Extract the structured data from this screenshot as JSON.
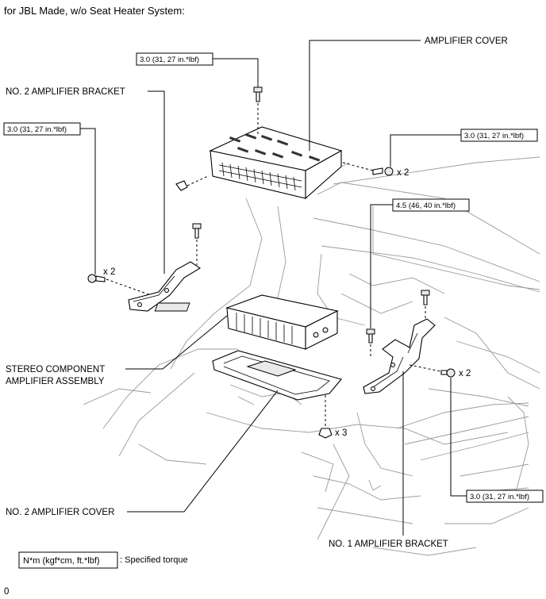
{
  "title": "for JBL Made, w/o Seat Heater System:",
  "labels": {
    "amplifier_cover": "AMPLIFIER COVER",
    "no2_amplifier_bracket": "NO. 2 AMPLIFIER BRACKET",
    "stereo_component_line1": "STEREO COMPONENT",
    "stereo_component_line2": "AMPLIFIER ASSEMBLY",
    "no2_amplifier_cover": "NO. 2 AMPLIFIER COVER",
    "no1_amplifier_bracket": "NO. 1 AMPLIFIER BRACKET"
  },
  "torques": {
    "cover_top": "3.0 (31, 27 in.*lbf)",
    "bracket2_left": "3.0 (31, 27 in.*lbf)",
    "cover_right": "3.0 (31, 27 in.*lbf)",
    "bracket1_top": "4.5 (46, 40 in.*lbf)",
    "bracket1_bottom": "3.0 (31, 27 in.*lbf)"
  },
  "counts": {
    "cover_right_bolts": "x 2",
    "bracket2_bolts": "x 2",
    "bracket1_bolts": "x 2",
    "no2_cover_nuts": "x 3"
  },
  "legend": {
    "box_text": "N*m (kgf*cm, ft.*lbf)",
    "description": ": Specified torque"
  },
  "footer": "0"
}
